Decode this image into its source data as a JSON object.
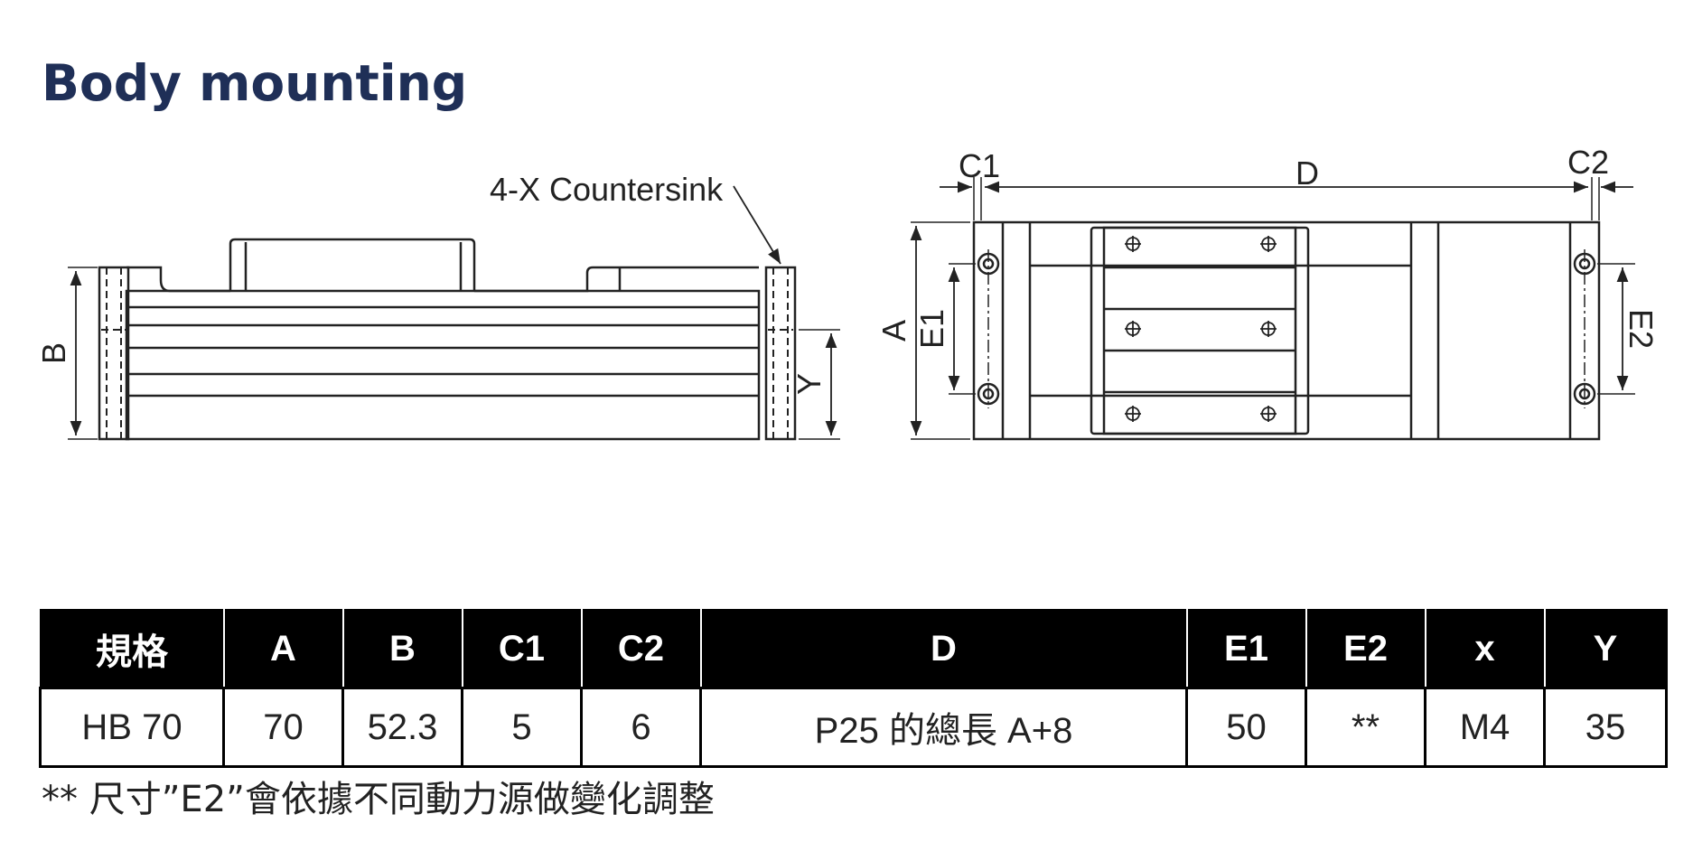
{
  "title": "Body mounting",
  "side_view": {
    "callout": "4-X Countersink",
    "dim_b": "B",
    "dim_y": "Y"
  },
  "top_view": {
    "dim_c1": "C1",
    "dim_d": "D",
    "dim_c2": "C2",
    "dim_a": "A",
    "dim_e1": "E1",
    "dim_e2": "E2"
  },
  "table": {
    "headers": [
      "規格",
      "A",
      "B",
      "C1",
      "C2",
      "D",
      "E1",
      "E2",
      "x",
      "Y"
    ],
    "rows": [
      [
        "HB 70",
        "70",
        "52.3",
        "5",
        "6",
        "P25 的總長 A+8",
        "50",
        "**",
        "M4",
        "35"
      ]
    ]
  },
  "note": "** 尺寸”E2”會依據不同動力源做變化調整"
}
